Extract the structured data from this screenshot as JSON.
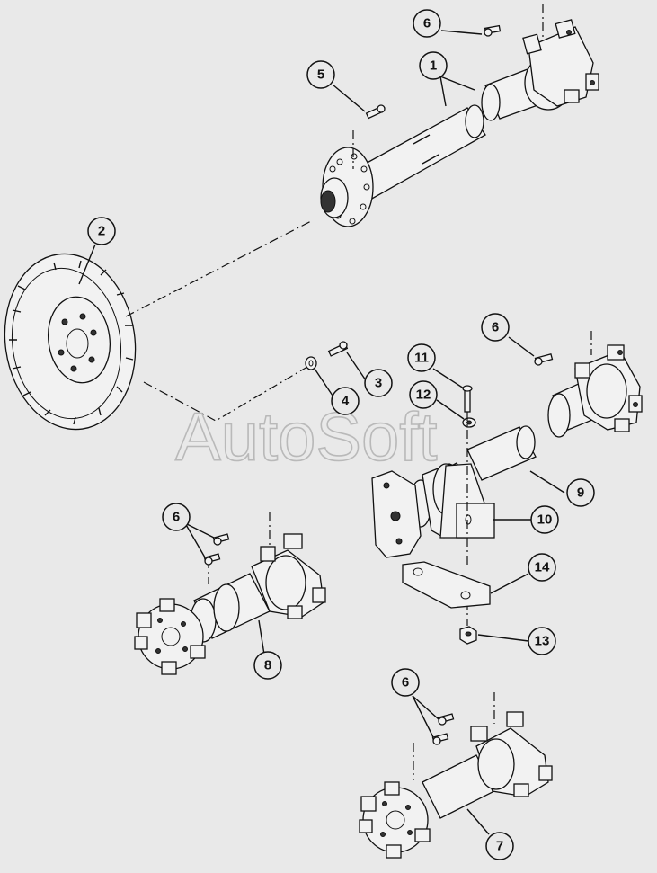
{
  "watermark": "AutoSoft",
  "callouts": [
    {
      "id": "c6a",
      "label": "6"
    },
    {
      "id": "c1",
      "label": "1"
    },
    {
      "id": "c5",
      "label": "5"
    },
    {
      "id": "c2",
      "label": "2"
    },
    {
      "id": "c3",
      "label": "3"
    },
    {
      "id": "c4",
      "label": "4"
    },
    {
      "id": "c6b",
      "label": "6"
    },
    {
      "id": "c11",
      "label": "11"
    },
    {
      "id": "c12",
      "label": "12"
    },
    {
      "id": "c9",
      "label": "9"
    },
    {
      "id": "c10",
      "label": "10"
    },
    {
      "id": "c6c",
      "label": "6"
    },
    {
      "id": "c14",
      "label": "14"
    },
    {
      "id": "c13",
      "label": "13"
    },
    {
      "id": "c8",
      "label": "8"
    },
    {
      "id": "c6d",
      "label": "6"
    },
    {
      "id": "c7",
      "label": "7"
    }
  ]
}
